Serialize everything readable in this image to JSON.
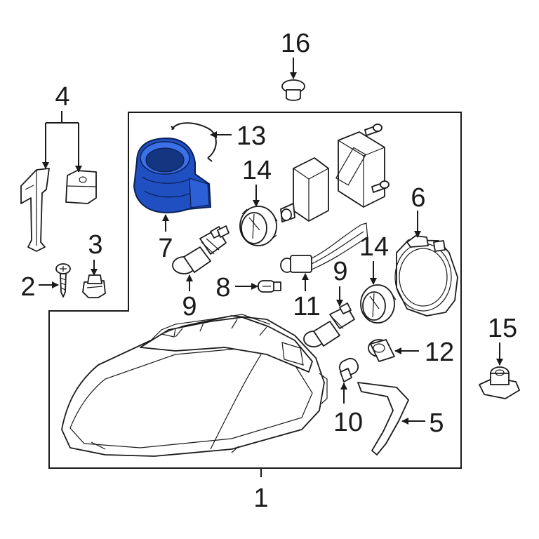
{
  "highlight_color": "#1f4fc0",
  "line_color": "#1a1a1a",
  "callouts": {
    "c1": "1",
    "c2": "2",
    "c3": "3",
    "c4": "4",
    "c5": "5",
    "c6": "6",
    "c7": "7",
    "c8": "8",
    "c9a": "9",
    "c9b": "9",
    "c10": "10",
    "c11": "11",
    "c12": "12",
    "c13": "13",
    "c14a": "14",
    "c14b": "14",
    "c15": "15",
    "c16": "16"
  }
}
